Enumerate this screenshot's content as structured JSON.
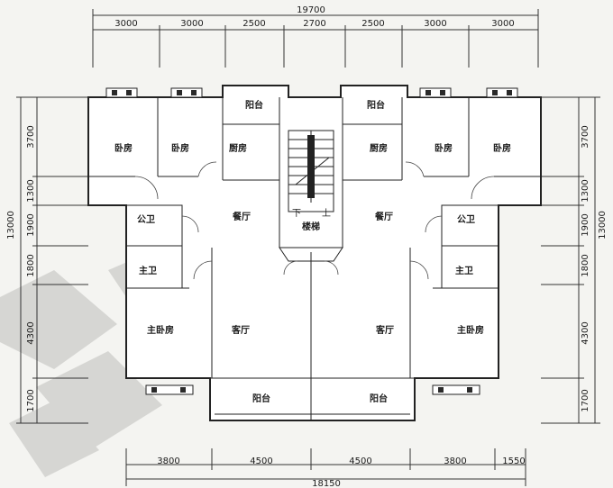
{
  "dimensions": {
    "top_total": "19700",
    "top_segments": [
      "3000",
      "3000",
      "2500",
      "2700",
      "2500",
      "3000",
      "3000"
    ],
    "bottom_total": "18150",
    "bottom_segments": [
      "3800",
      "4500",
      "4500",
      "3800",
      "1550"
    ],
    "left_total": "13000",
    "left_segments": [
      "3700",
      "1300",
      "1900",
      "1800",
      "4300",
      "1700"
    ],
    "right_total": "13000",
    "right_segments": [
      "3700",
      "1300",
      "1900",
      "1800",
      "4300",
      "1700"
    ]
  },
  "rooms": {
    "bedroom": "卧房",
    "kitchen": "厨房",
    "balcony": "阳台",
    "dining": "餐厅",
    "stairs": "楼梯",
    "public_bath": "公卫",
    "master_bath": "主卫",
    "master_bedroom": "主卧房",
    "living": "客厅",
    "stair_down": "下",
    "stair_up": "上"
  }
}
